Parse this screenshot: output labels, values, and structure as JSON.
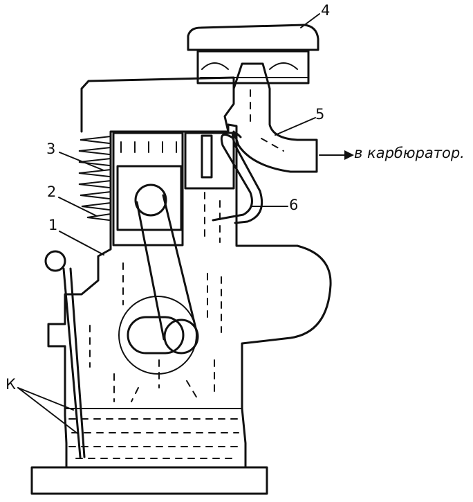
{
  "labels": {
    "n1": "1",
    "n2": "2",
    "n3": "3",
    "n4": "4",
    "n5": "5",
    "n6": "6",
    "k": "К",
    "carb": "в карбюратор."
  },
  "colors": {
    "ink": "#111111",
    "paper": "#ffffff"
  }
}
